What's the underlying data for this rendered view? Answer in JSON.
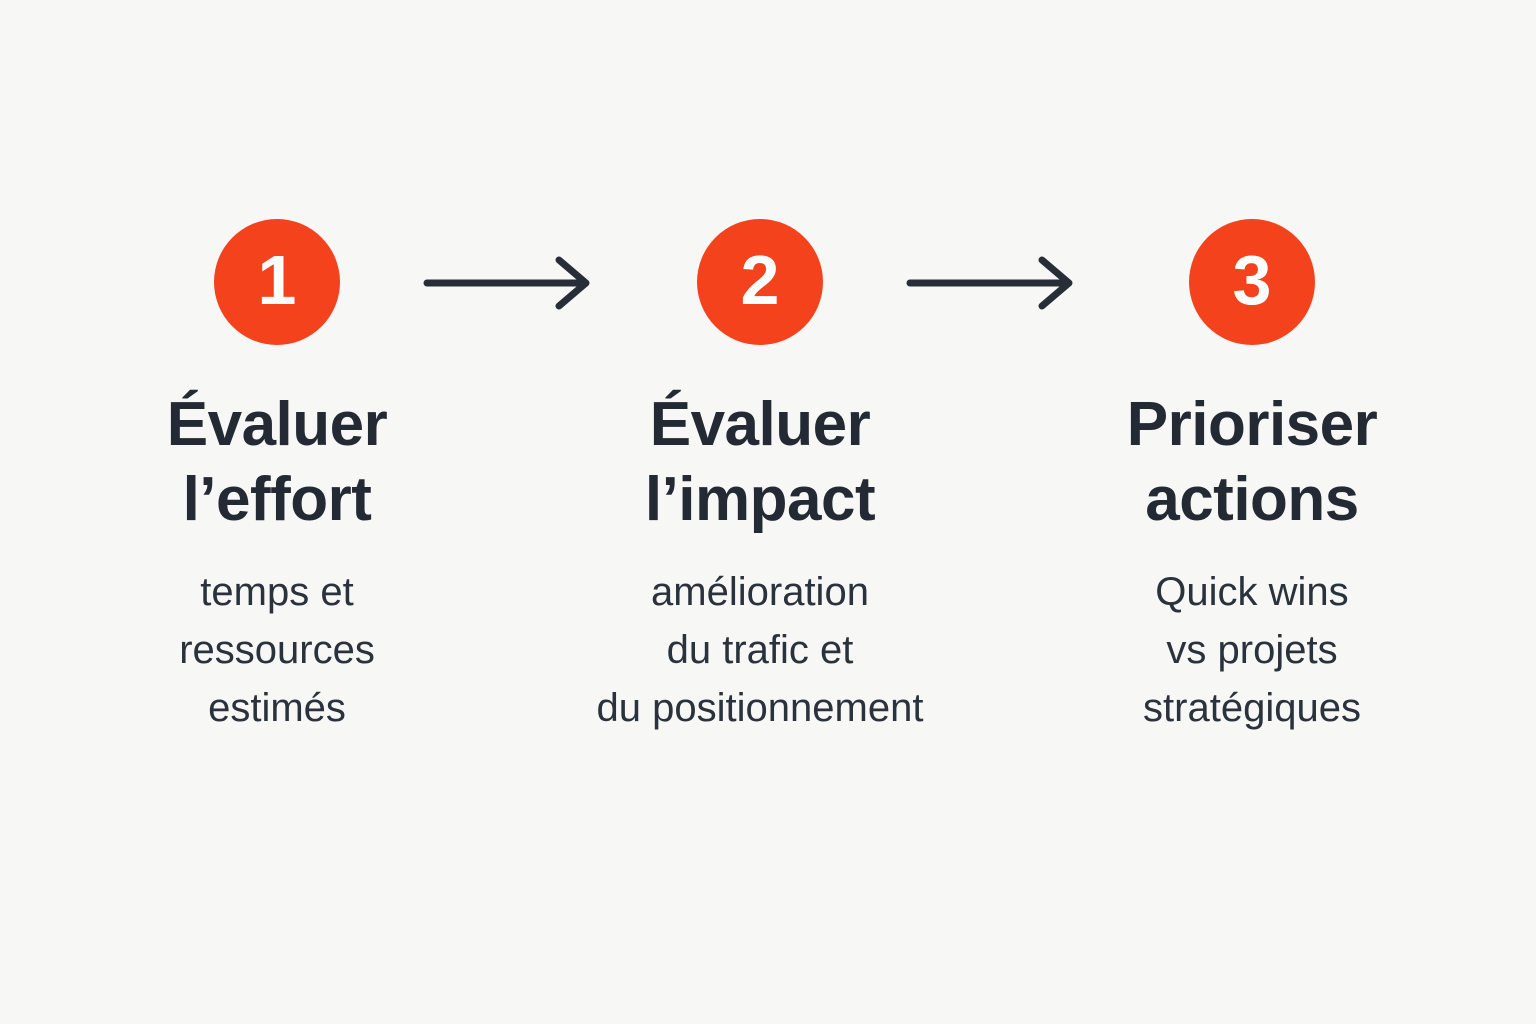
{
  "colors": {
    "background": "#F7F7F6",
    "accent": "#F4421D",
    "number_text": "#FFFFFF",
    "title_text": "#232A33",
    "body_text": "#2A323B",
    "arrow": "#272E37"
  },
  "diagram": {
    "steps": [
      {
        "number": "1",
        "title_lines": [
          "Évaluer",
          "l’effort"
        ],
        "body_lines": [
          "temps et",
          "ressources",
          "estimés"
        ]
      },
      {
        "number": "2",
        "title_lines": [
          "Évaluer",
          "l’impact"
        ],
        "body_lines": [
          "amélioration",
          "du trafic et",
          "du positionnement"
        ]
      },
      {
        "number": "3",
        "title_lines": [
          "Prioriser",
          "actions"
        ],
        "body_lines": [
          "Quick wins",
          "vs projets",
          "stratégiques"
        ]
      }
    ]
  }
}
